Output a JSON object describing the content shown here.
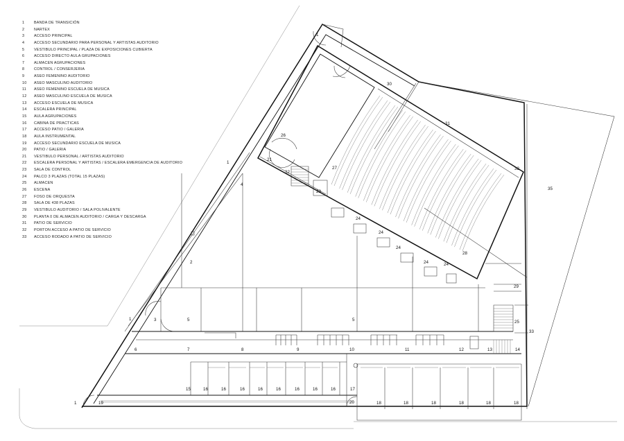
{
  "legend": [
    {
      "n": "1",
      "t": "BANDA DE TRANSICIÓN"
    },
    {
      "n": "2",
      "t": "NARTEX"
    },
    {
      "n": "3",
      "t": "ACCESO PRINCIPAL"
    },
    {
      "n": "4",
      "t": "ACCESO SECUNDARIO PARA PERSONAL Y ARTISTAS AUDITORIO"
    },
    {
      "n": "5",
      "t": "VESTIBULO PRINCIPAL / PLAZA DE EXPOSICIONES CUBIERTA"
    },
    {
      "n": "6",
      "t": "ACCESO DIRECTO AULA GRUPACIONES"
    },
    {
      "n": "7",
      "t": "ALMACEN AGRUPACIONES"
    },
    {
      "n": "8",
      "t": "CONTROL / CONSERJERIA"
    },
    {
      "n": "9",
      "t": "ASEO FEMENINO AUDITORIO"
    },
    {
      "n": "10",
      "t": "ASEO MASCULINO AUDITORIO"
    },
    {
      "n": "11",
      "t": "ASEO FEMENINO ESCUELA DE MUSICA"
    },
    {
      "n": "12",
      "t": "ASEO MASCULINO ESCUELA DE MUSICA"
    },
    {
      "n": "13",
      "t": "ACCESO ESCUELA DE MUSICA"
    },
    {
      "n": "14",
      "t": "ESCALERA PRINCIPAL"
    },
    {
      "n": "15",
      "t": "AULA AGRUPACIONES"
    },
    {
      "n": "16",
      "t": "CABINA DE PRACTICAS"
    },
    {
      "n": "17",
      "t": "ACCESO PATIO / GALERIA"
    },
    {
      "n": "18",
      "t": "AULA INSTRUMENTAL"
    },
    {
      "n": "19",
      "t": "ACCESO SECUNDARIO ESCUELA DE MUSICA"
    },
    {
      "n": "20",
      "t": "PATIO / GALERIA"
    },
    {
      "n": "21",
      "t": "VESTIBULO PERSONAL / ARTISTAS AUDITORIO"
    },
    {
      "n": "22",
      "t": "ESCALERA PERSONAL Y ARTISTAS / ESCALERA EMERGENCIA DE AUDITORIO"
    },
    {
      "n": "23",
      "t": "SALA DE CONTROL"
    },
    {
      "n": "24",
      "t": "PALCO 3 PLAZAS (TOTAL 15 PLAZAS)"
    },
    {
      "n": "25",
      "t": "ALMACEN"
    },
    {
      "n": "26",
      "t": "ESCENA"
    },
    {
      "n": "27",
      "t": "FOSO DE ORQUESTA"
    },
    {
      "n": "28",
      "t": "SALA DE 438 PLAZAS"
    },
    {
      "n": "29",
      "t": "VESTIBULO AUDITORIO / SALA POLIVALENTE"
    },
    {
      "n": "30",
      "t": "PLANTA 0 DE ALMACEN AUDITORIO / CARGA Y DESCARGA"
    },
    {
      "n": "31",
      "t": "PATIO DE SERVICIO"
    },
    {
      "n": "32",
      "t": "PORTON ACCESO A PATIO DE SERVICIO"
    },
    {
      "n": "33",
      "t": "ACCESO RODADO A PATIO DE SERVICIO"
    }
  ],
  "plan_labels": {
    "l1a": "1",
    "l1b": "1",
    "l1c": "1",
    "l1d": "1",
    "l2": "2",
    "l3": "3",
    "l4": "4",
    "l5a": "5",
    "l5b": "5",
    "l6": "6",
    "l7": "7",
    "l8": "8",
    "l9": "9",
    "l10": "10",
    "l11": "11",
    "l12": "12",
    "l13": "13",
    "l14": "14",
    "l15": "15",
    "l16a": "16",
    "l16b": "16",
    "l16c": "16",
    "l16d": "16",
    "l16e": "16",
    "l16f": "16",
    "l16g": "16",
    "l16h": "16",
    "l17": "17",
    "l18a": "18",
    "l18b": "18",
    "l18c": "18",
    "l18d": "18",
    "l18e": "18",
    "l18f": "18",
    "l19": "19",
    "l20": "20",
    "l21": "21",
    "l22": "22",
    "l23": "23",
    "l24a": "24",
    "l24b": "24",
    "l24c": "24",
    "l24d": "24",
    "l24e": "24",
    "l25": "25",
    "l26": "26",
    "l27": "27",
    "l28": "28",
    "l29": "29",
    "l30": "30",
    "l31": "31",
    "l32": "32",
    "l33": "33",
    "l35": "35"
  }
}
